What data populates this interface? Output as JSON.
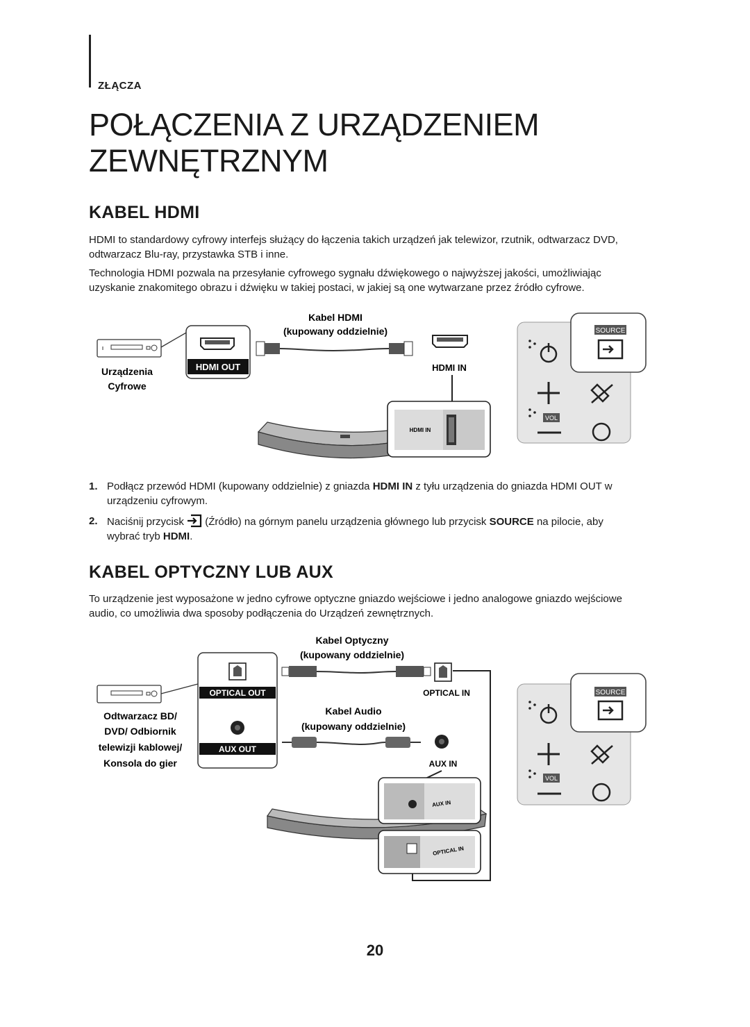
{
  "header": {
    "section": "ZŁĄCZA"
  },
  "title_line1": "POŁĄCZENIA Z URZĄDZENIEM",
  "title_line2": "ZEWNĘTRZNYM",
  "hdmi": {
    "heading": "KABEL HDMI",
    "para1": "HDMI to standardowy cyfrowy interfejs służący do łączenia takich urządzeń jak telewizor, rzutnik, odtwarzacz DVD, odtwarzacz Blu-ray, przystawka STB i inne.",
    "para2": "Technologia HDMI pozwala na przesyłanie cyfrowego sygnału dźwiękowego o najwyższej jakości, umożliwiając uzyskanie znakomitego obrazu i dźwięku w takiej postaci, w jakiej są one wytwarzane przez źródło cyfrowe.",
    "diagram": {
      "cable_label_1": "Kabel HDMI",
      "cable_label_2": "(kupowany oddzielnie)",
      "device_label_1": "Urządzenia",
      "device_label_2": "Cyfrowe",
      "port_out": "HDMI OUT",
      "port_in": "HDMI IN",
      "unit_port": "HDMI IN",
      "remote_source": "SOURCE",
      "remote_vol": "VOL"
    },
    "steps": [
      {
        "num": "1.",
        "text_a": "Podłącz przewód HDMI (kupowany oddzielnie) z gniazda ",
        "bold_a": "HDMI IN",
        "text_b": " z tyłu urządzenia do gniazda HDMI OUT w urządzeniu cyfrowym."
      },
      {
        "num": "2.",
        "text_a": "Naciśnij przycisk ",
        "text_b": " (Źródło) na górnym panelu urządzenia głównego lub przycisk ",
        "bold_a": "SOURCE",
        "text_c": " na pilocie, aby wybrać tryb ",
        "bold_b": "HDMI",
        "text_d": "."
      }
    ]
  },
  "optical": {
    "heading": "KABEL OPTYCZNY LUB AUX",
    "para1": "To urządzenie jest wyposażone w jedno cyfrowe optyczne gniazdo wejściowe i jedno analogowe gniazdo wejściowe audio, co umożliwia dwa sposoby podłączenia do Urządzeń zewnętrznych.",
    "diagram": {
      "optical_label_1": "Kabel Optyczny",
      "optical_label_2": "(kupowany oddzielnie)",
      "audio_label_1": "Kabel Audio",
      "audio_label_2": "(kupowany oddzielnie)",
      "device_line_1": "Odtwarzacz BD/",
      "device_line_2": "DVD/ Odbiornik",
      "device_line_3": "telewizji kablowej/",
      "device_line_4": "Konsola do gier",
      "port_optical_out": "OPTICAL OUT",
      "port_aux_out": "AUX OUT",
      "port_optical_in": "OPTICAL IN",
      "port_aux_in": "AUX IN",
      "unit_aux": "AUX IN",
      "unit_optical": "OPTICAL IN",
      "remote_source": "SOURCE",
      "remote_vol": "VOL"
    }
  },
  "page_number": "20"
}
